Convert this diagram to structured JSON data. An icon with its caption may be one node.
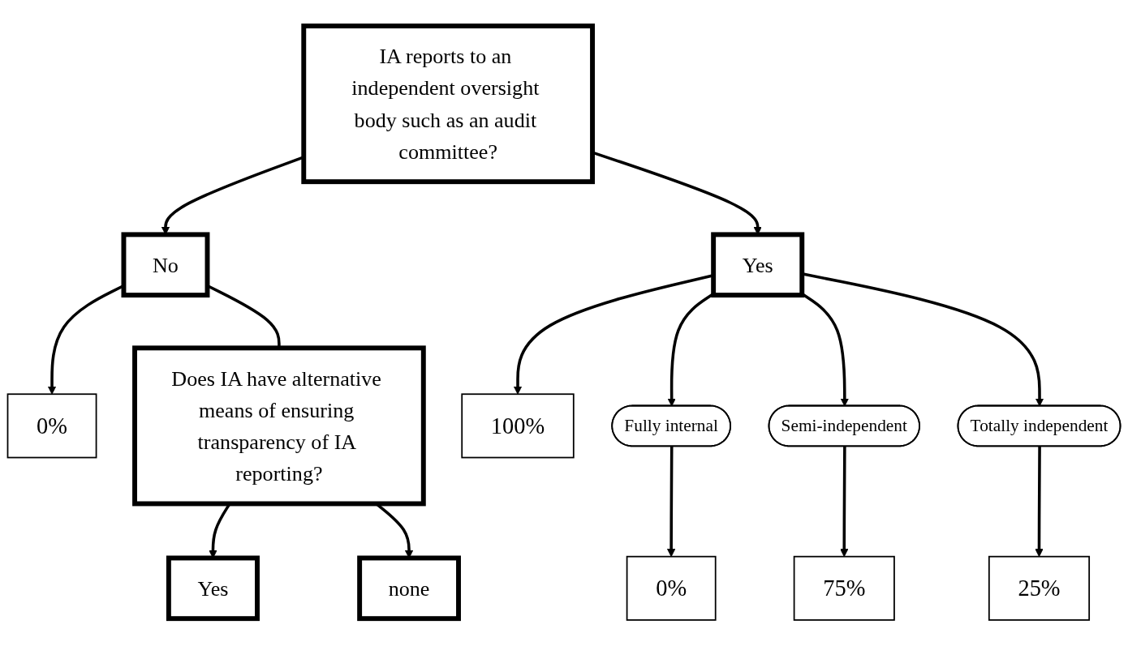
{
  "diagram": {
    "nodes": [
      {
        "text": [
          "IA reports to an independent oversight body such as an audit committee?"
        ]
      },
      {
        "text": [
          "No"
        ]
      },
      {
        "text": [
          "0%"
        ]
      },
      {
        "text": [
          "Yes"
        ]
      },
      {
        "text": [
          "100%"
        ]
      },
      {
        "text": [
          "Does IA have alternative means of ensuring transparency of IA reporting?"
        ]
      },
      {
        "text": [
          "Yes"
        ]
      },
      {
        "text": [
          "none"
        ]
      },
      {
        "text": [
          "Fully internal"
        ]
      },
      {
        "text": [
          "Semi-independent"
        ]
      },
      {
        "text": [
          "Totally independent"
        ]
      },
      {
        "text": [
          "0%"
        ]
      },
      {
        "text": [
          "75%"
        ]
      },
      {
        "text": [
          "25%"
        ]
      }
    ],
    "edges": [
      {
        "from": 0,
        "to": 1,
        "arrow": "to"
      },
      {
        "from": 1,
        "to": 2,
        "arrow": "to"
      },
      {
        "from": 0,
        "to": 3,
        "arrow": "to"
      },
      {
        "from": 3,
        "to": 4,
        "arrow": "to"
      },
      {
        "from": 1,
        "to": 5,
        "arrow": "none"
      },
      {
        "from": 5,
        "to": 6,
        "arrow": "to"
      },
      {
        "from": 5,
        "to": 7,
        "arrow": "to"
      },
      {
        "from": 3,
        "to": 8,
        "arrow": "to"
      },
      {
        "from": 3,
        "to": 9,
        "arrow": "to"
      },
      {
        "from": 3,
        "to": 10,
        "arrow": "to"
      },
      {
        "from": 8,
        "to": 11,
        "arrow": "to"
      },
      {
        "from": 9,
        "to": 12,
        "arrow": "to"
      },
      {
        "from": 10,
        "to": 13,
        "arrow": "to"
      }
    ]
  }
}
